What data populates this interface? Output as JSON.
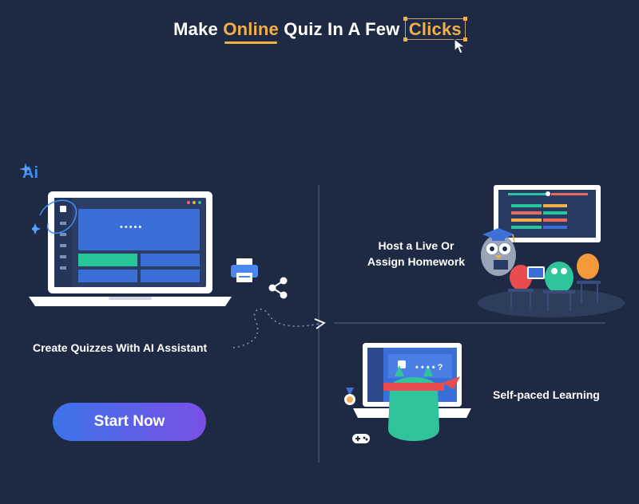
{
  "header": {
    "title_prefix": "Make ",
    "title_online": "Online",
    "title_middle": " Quiz In A Few ",
    "title_clicks": "Clicks"
  },
  "left": {
    "ai_badge": "Ai",
    "screen_dots": "•••••",
    "caption": "Create Quizzes With AI Assistant",
    "start_button": "Start Now"
  },
  "right_top": {
    "caption_line1": "Host a Live Or",
    "caption_line2": "Assign Homework"
  },
  "right_bottom": {
    "caption": "Self-paced Learning",
    "screen_text": "• • • • ?"
  },
  "colors": {
    "background": "#1e2a43",
    "accent_orange": "#f2b04a",
    "button_gradient_start": "#3c73ea",
    "button_gradient_end": "#7a4fe6",
    "screen_blue": "#3a6fd8",
    "answer_green": "#27c59a",
    "monster_green": "#2fc49b"
  },
  "icons": [
    "cursor-icon",
    "sparkle-icon",
    "printer-icon",
    "share-icon",
    "arrow-icon",
    "medal-icon",
    "gamepad-icon",
    "graduation-cap-icon"
  ]
}
